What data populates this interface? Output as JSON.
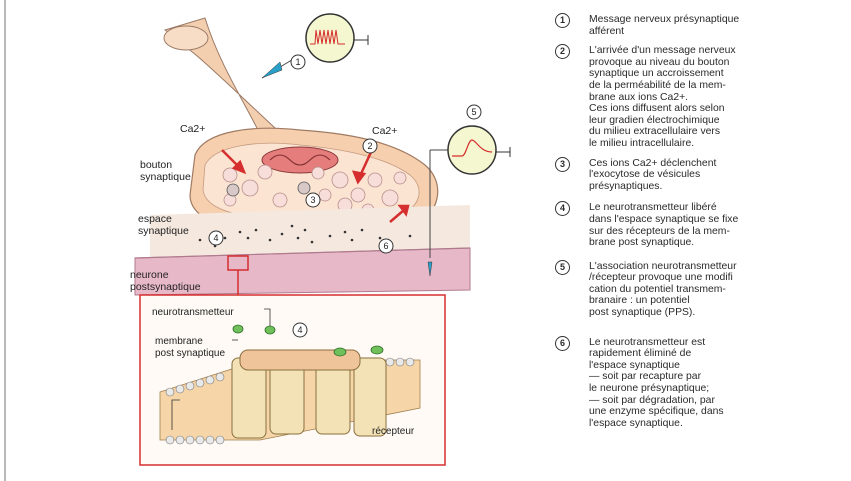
{
  "labels": {
    "ca_left": "Ca2+",
    "ca_right": "Ca2+",
    "bouton": "bouton\nsynaptique",
    "espace": "espace\nsynaptique",
    "neurone": "neurone\npostsynaptique",
    "neurotransmetteur": "neurotransmetteur",
    "membrane": "membrane\npost synaptique",
    "recepteur": "récepteur"
  },
  "markers": [
    "1",
    "2",
    "3",
    "4",
    "5",
    "6",
    "4"
  ],
  "legend": [
    {
      "num": "1",
      "text": "Message nerveux présynaptique\nafférent"
    },
    {
      "num": "2",
      "text": "L'arrivée d'un message nerveux\nprovoque au niveau du bouton\nsynaptique un accroissement\nde la perméabilité de la mem-\nbrane aux ions Ca2+.\nCes ions diffusent alors selon\nleur gradien électrochimique\ndu milieu extracellulaire vers\nle milieu intracellulaire."
    },
    {
      "num": "3",
      "text": "Ces ions Ca2+ déclenchent\nl'exocytose de vésicules\nprésynaptiques."
    },
    {
      "num": "4",
      "text": "Le neurotransmetteur libéré\ndans l'espace synaptique se fixe\nsur des récepteurs de la mem-\nbrane post synaptique."
    },
    {
      "num": "5",
      "text": "L'association neurotransmetteur\n/récepteur provoque une modifi\ncation du potentiel transmem-\nbranaire : un potentiel\npost synaptique (PPS)."
    },
    {
      "num": "6",
      "text": "Le neurotransmetteur est\nrapidement éliminé de\nl'espace synaptique\n— soit par recapture par\nle neurone présynaptique;\n— soit par dégradation, par\nune enzyme spécifique, dans\nl'espace synaptique."
    }
  ],
  "colors": {
    "membrane": "#f3c9a3",
    "postsyn": "#e9bfd0",
    "red_line": "#cc3333",
    "green": "#6fbf5a"
  }
}
